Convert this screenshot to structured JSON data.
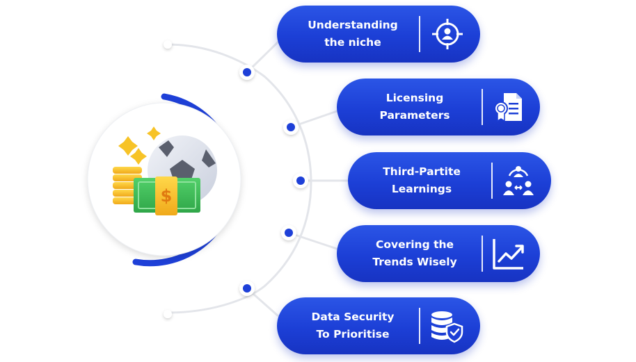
{
  "items": [
    {
      "line1": "Understanding",
      "line2": "the niche",
      "icon": "target-user-icon"
    },
    {
      "line1": "Licensing",
      "line2": "Parameters",
      "icon": "certificate-document-icon"
    },
    {
      "line1": "Third-Partite",
      "line2": "Learnings",
      "icon": "team-exchange-icon"
    },
    {
      "line1": "Covering the",
      "line2": "Trends Wisely",
      "icon": "trend-chart-icon"
    },
    {
      "line1": "Data Security",
      "line2": "To Prioritise",
      "icon": "database-shield-icon"
    }
  ],
  "hero": {
    "symbol": "$",
    "icon": "soccer-ball-money-icon"
  },
  "colors": {
    "primary": "#1c3fd6",
    "dot": "#1e40d8",
    "line": "#e3e5ea",
    "coin": "#f4c21b",
    "cash": "#3fbf5a"
  }
}
